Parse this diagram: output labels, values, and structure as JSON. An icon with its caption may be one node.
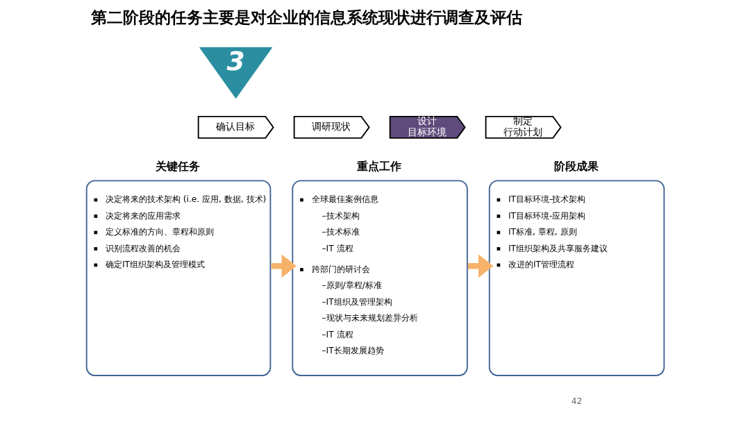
{
  "diagram": {
    "title": "第二阶段的任务主要是对企业的信息系统现状进行调查及评估",
    "nodes": [
      {
        "text": [
          "3"
        ]
      },
      {
        "text": [
          "确认目标"
        ]
      },
      {
        "text": [
          "调研现状"
        ]
      },
      {
        "text": [
          "设计目标环境"
        ]
      },
      {
        "text": [
          "制定行动计划"
        ]
      },
      {
        "text": [
          "关键任务",
          "决定将来的技术架构 (i.e. 应用, 数据, 技术)",
          "决定将来的应用需求",
          "定义标准的方向、章程和原则",
          "识别流程改善的机会",
          "确定IT组织架构及管理模式"
        ]
      },
      {
        "text": [
          "重点工作",
          "全球最佳案例信息",
          "–技术架构",
          "–技术标准",
          "–IT 流程",
          "跨部门的研讨会",
          "–原则/章程/标准",
          "–IT组织及管理架构",
          "–现状与未来规划差异分析",
          "–IT 流程",
          "–IT长期发展趋势"
        ]
      },
      {
        "text": [
          "阶段成果",
          "IT目标环境-技术架构",
          "IT目标环境-应用架构",
          "IT标准, 章程, 原则",
          "IT组织架构及共享服务建议",
          "改进的IT管理流程"
        ]
      }
    ],
    "edges": [
      {
        "from": 5,
        "to": 6,
        "arrow": "to"
      },
      {
        "from": 6,
        "to": 7,
        "arrow": "to"
      }
    ],
    "labels": [
      "42"
    ]
  }
}
